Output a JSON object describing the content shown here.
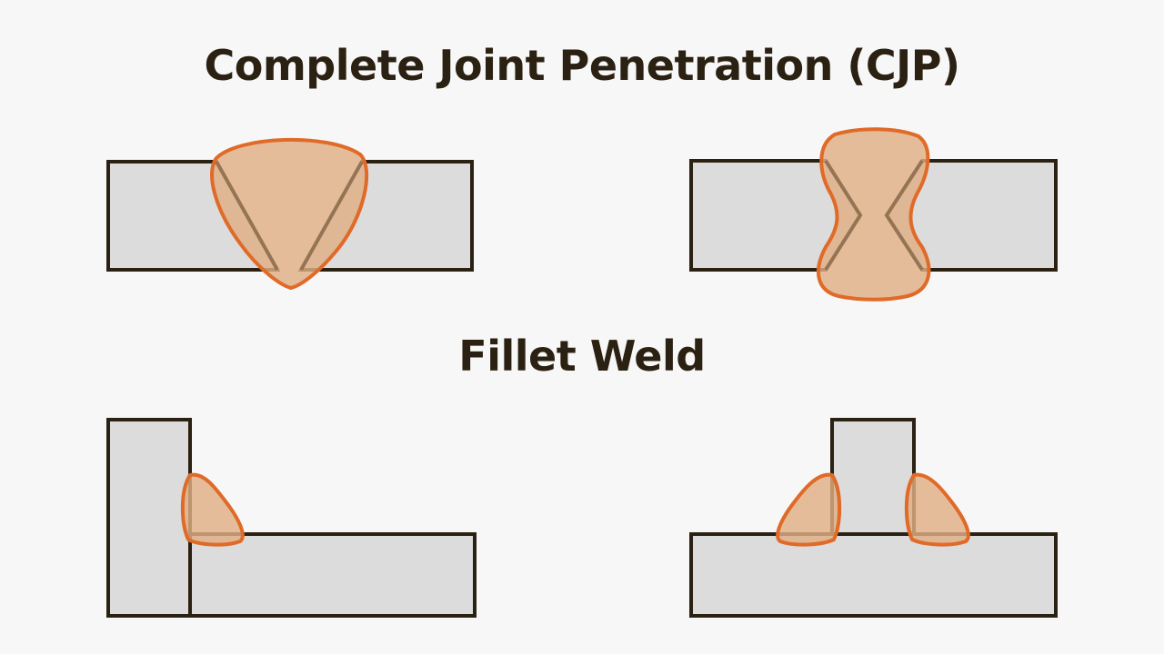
{
  "titles": {
    "cjp": "Complete Joint Penetration (CJP)",
    "fillet": "Fillet Weld"
  },
  "colors": {
    "background": "#f7f7f7",
    "plate_fill": "#dcdcdc",
    "outline": "#2b2113",
    "weld_fill": "#dfae84",
    "weld_stroke": "#e06a28",
    "title_text": "#2b2113"
  },
  "diagrams": [
    {
      "name": "single-v-groove-cjp",
      "section": "cjp"
    },
    {
      "name": "double-v-groove-cjp",
      "section": "cjp"
    },
    {
      "name": "corner-joint-fillet",
      "section": "fillet"
    },
    {
      "name": "t-joint-double-fillet",
      "section": "fillet"
    }
  ]
}
